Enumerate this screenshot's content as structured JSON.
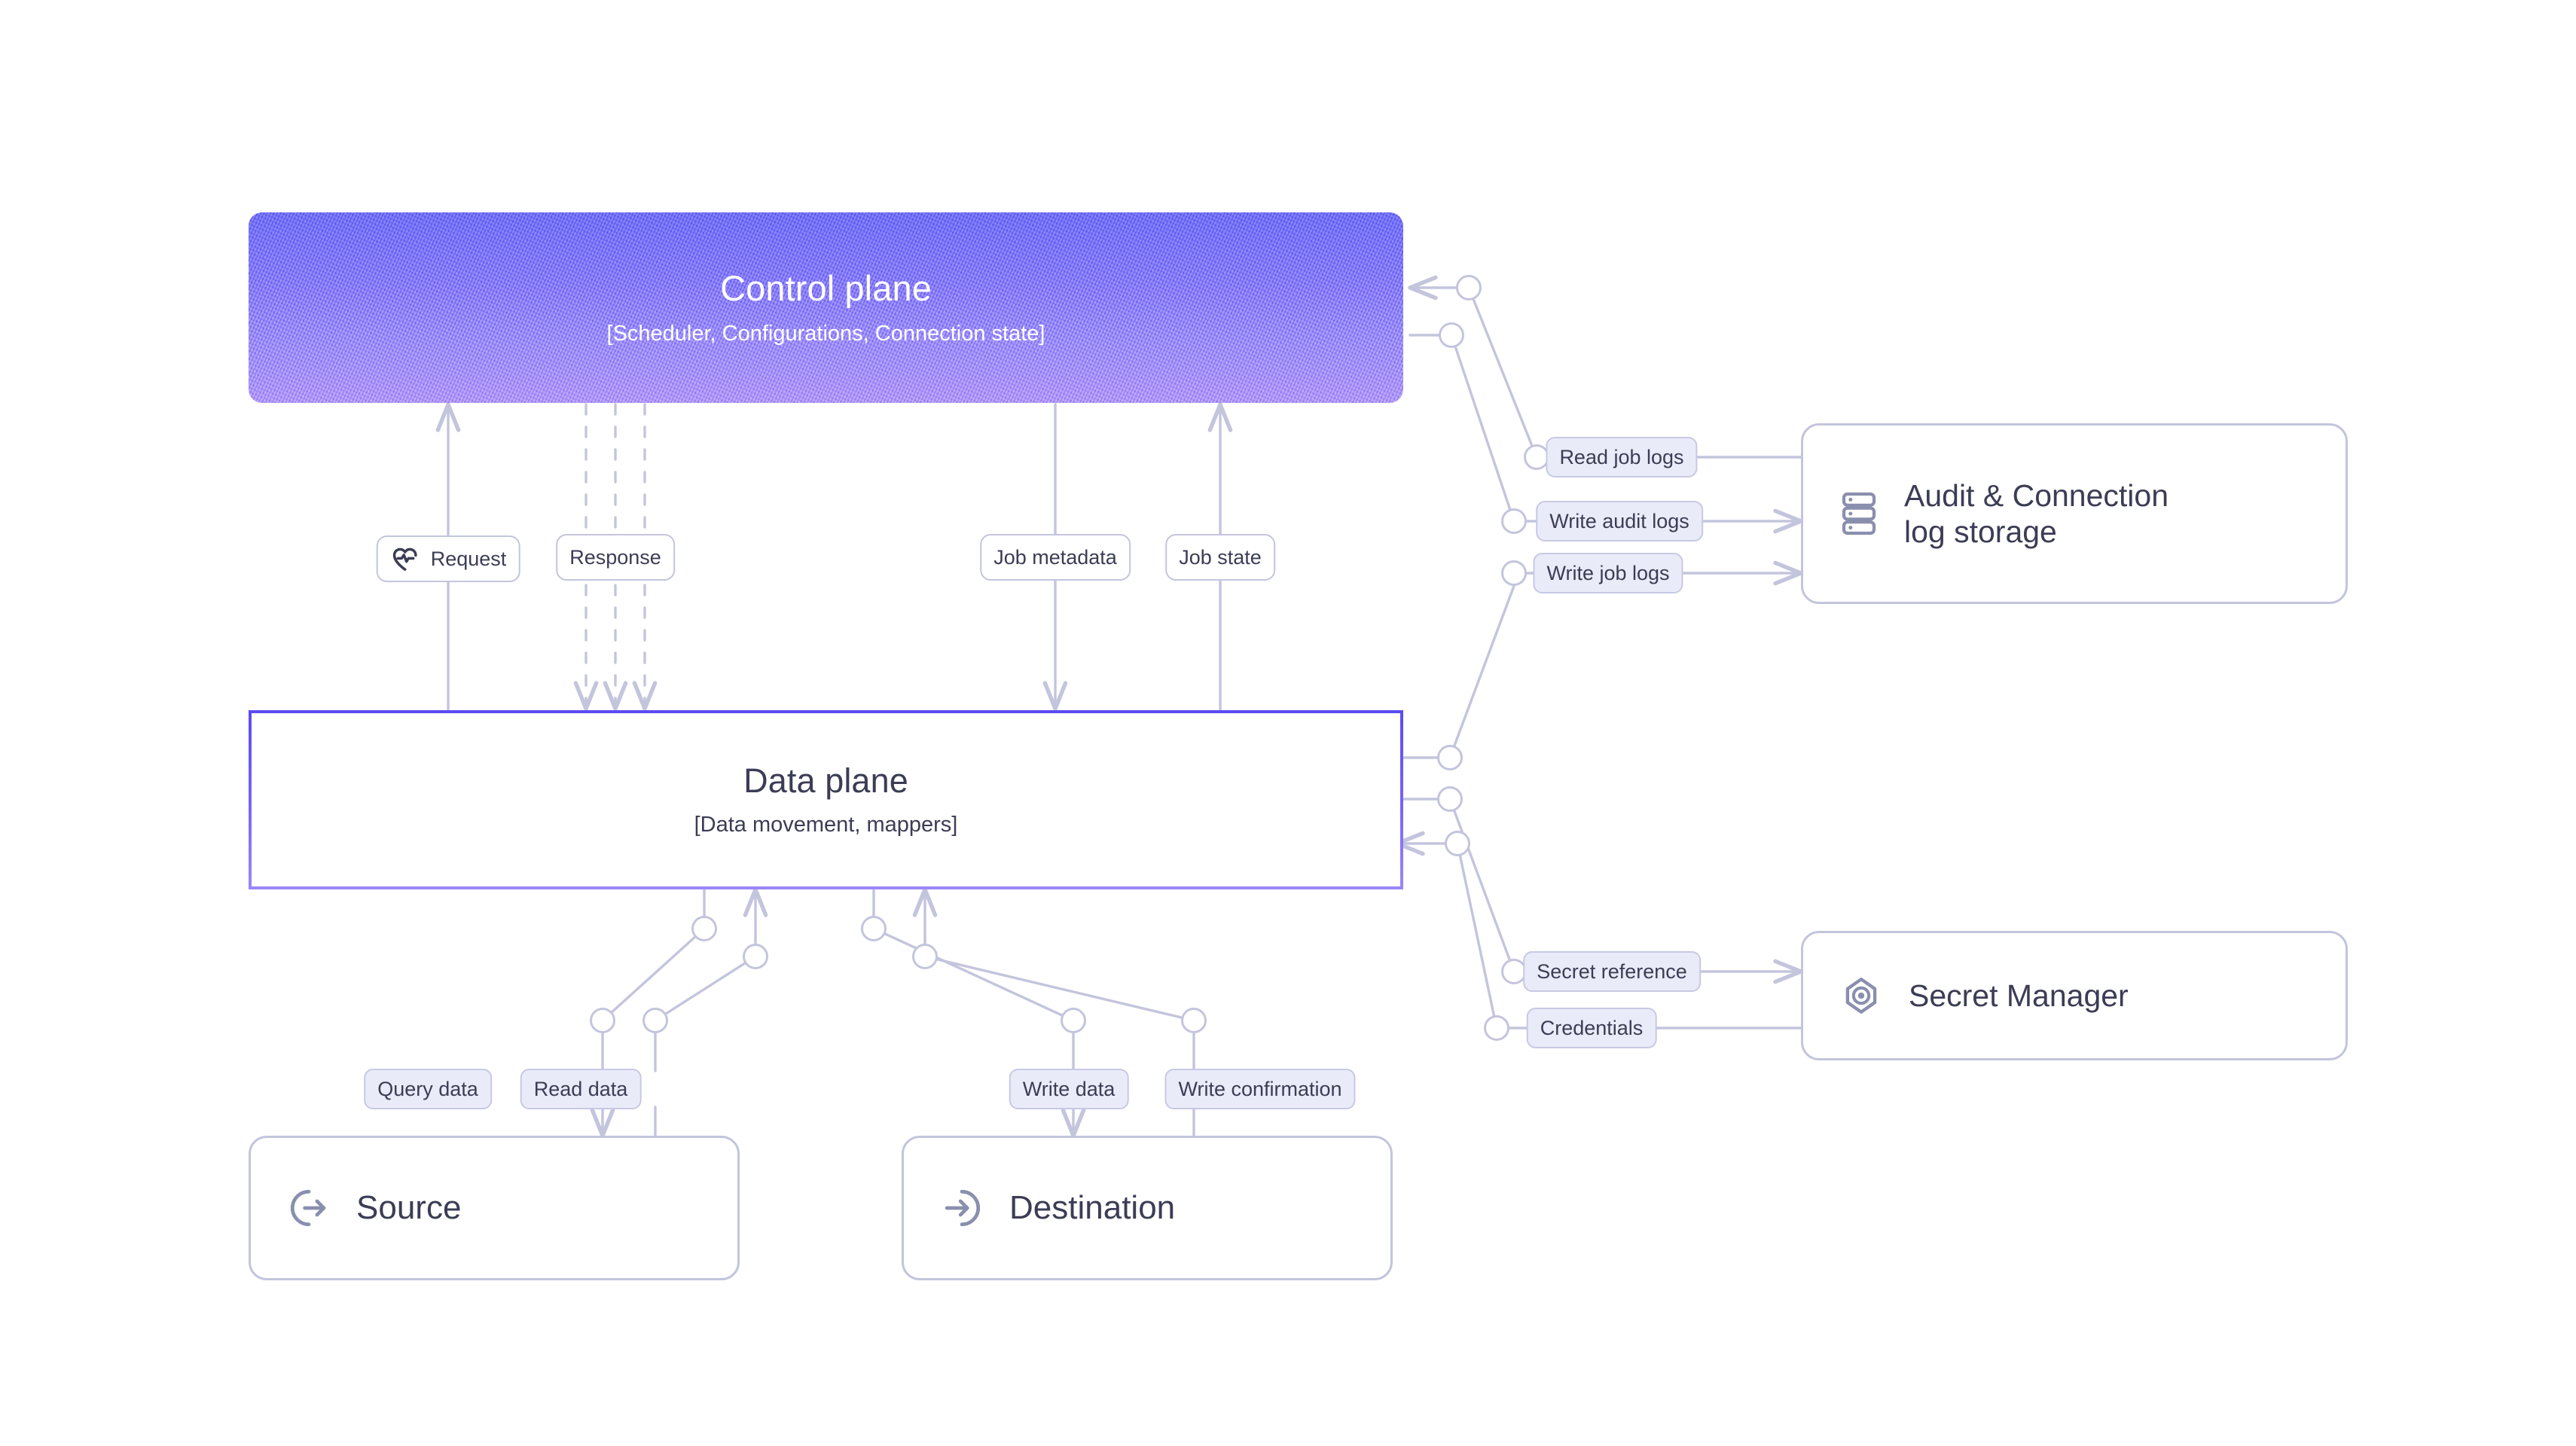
{
  "diagram": {
    "title": "Control plane / Data plane architecture",
    "background": "#ffffff",
    "accent": "#6a5bf2",
    "edge_color": "#c3c5dd",
    "label_tint": "#eaebf8",
    "text_color": "#3b3d55"
  },
  "control_plane": {
    "title": "Control plane",
    "subtitle": "[Scheduler, Configurations, Connection state]",
    "gradient_from": "#6a68f6",
    "gradient_to": "#a88ff8"
  },
  "data_plane": {
    "title": "Data plane",
    "subtitle": "[Data movement, mappers]",
    "border_color": "#6a5bf2"
  },
  "nodes": [
    {
      "id": "audit",
      "label_line1": "Audit & Connection",
      "label_line2": "log storage",
      "icon": "server-stack-icon"
    },
    {
      "id": "secret",
      "label_line1": "Secret Manager",
      "label_line2": "",
      "icon": "eye-target-icon"
    },
    {
      "id": "source",
      "label_line1": "Source",
      "label_line2": "",
      "icon": "logout-circle-icon"
    },
    {
      "id": "destination",
      "label_line1": "Destination",
      "label_line2": "",
      "icon": "login-circle-icon"
    }
  ],
  "edge_labels": {
    "request": "Request",
    "response": "Response",
    "job_metadata": "Job metadata",
    "job_state": "Job state",
    "read_job_logs": "Read job logs",
    "write_audit_logs": "Write audit logs",
    "write_job_logs": "Write job logs",
    "secret_reference": "Secret reference",
    "credentials": "Credentials",
    "query_data": "Query data",
    "read_data": "Read data",
    "write_data": "Write data",
    "write_confirmation": "Write confirmation"
  },
  "icons": {
    "request": "heart-pulse-icon"
  }
}
